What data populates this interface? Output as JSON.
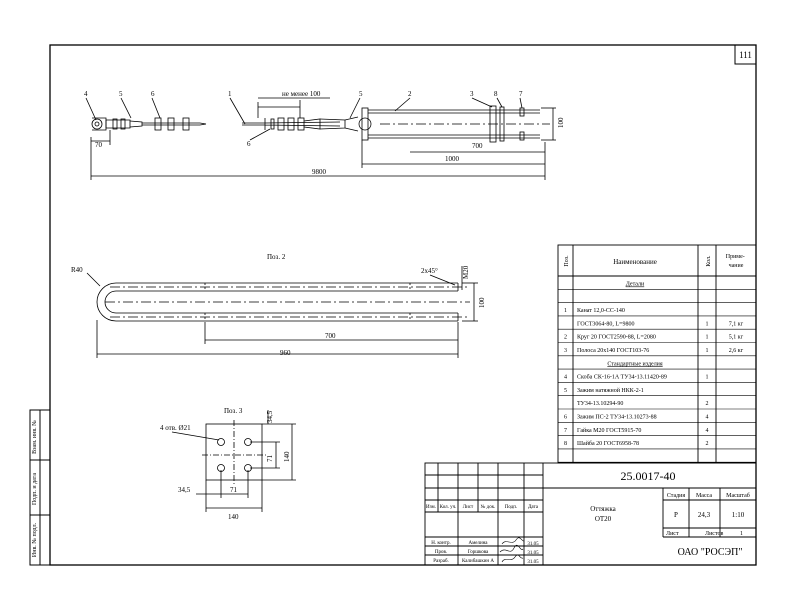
{
  "sheet_number": "111",
  "view1": {
    "callouts": [
      "4",
      "5",
      "6",
      "1",
      "5",
      "2",
      "3",
      "8",
      "7"
    ],
    "dims": {
      "d70": "70",
      "d9800": "9800",
      "d1000": "1000",
      "d700": "700",
      "d100": "100",
      "min100": "не менее 100"
    },
    "callout6b": "6"
  },
  "pos2": {
    "title": "Поз. 2",
    "radius": "R40",
    "chamfer": "2x45°",
    "thread": "M20",
    "dims": {
      "d700": "700",
      "d960": "960",
      "d100": "100"
    }
  },
  "pos3": {
    "title": "Поз. 3",
    "holes": "4 отв. Ø21",
    "dims": {
      "d34_5a": "34,5",
      "d71a": "71",
      "d140a": "140",
      "d34_5b": "34,5",
      "d71b": "71",
      "d140b": "140"
    }
  },
  "bom": {
    "headers": {
      "pos": "Поз.",
      "name": "Наименование",
      "qty": "Кол.",
      "note": "Приме- чание"
    },
    "rows": [
      {
        "pos": "",
        "name": "Детали",
        "qty": "",
        "note": "",
        "section": true
      },
      {
        "pos": "",
        "name": "",
        "qty": "",
        "note": ""
      },
      {
        "pos": "1",
        "name": "Канат 12,0-СС-140",
        "qty": "",
        "note": ""
      },
      {
        "pos": "",
        "name": "ГОСТ3064-80, L=9800",
        "qty": "1",
        "note": "7,1 кг"
      },
      {
        "pos": "2",
        "name": "Круг 20 ГОСТ2590-88, L=2080",
        "qty": "1",
        "note": "5,1 кг"
      },
      {
        "pos": "3",
        "name": "Полоса 20х140 ГОСТ103-76",
        "qty": "1",
        "note": "2,6 кг"
      },
      {
        "pos": "",
        "name": "Стандартные изделия",
        "qty": "",
        "note": "",
        "section": true
      },
      {
        "pos": "4",
        "name": "Скоба СК-16-1А ТУ34-13.11420-89",
        "qty": "1",
        "note": ""
      },
      {
        "pos": "5",
        "name": "Зажим натяжной НКК-2-1",
        "qty": "",
        "note": ""
      },
      {
        "pos": "",
        "name": "ТУ34-13.10294-90",
        "qty": "2",
        "note": ""
      },
      {
        "pos": "6",
        "name": "Зажим ПС-2 ТУ34-13.10273-88",
        "qty": "4",
        "note": ""
      },
      {
        "pos": "7",
        "name": "Гайка М20 ГОСТ5915-70",
        "qty": "4",
        "note": ""
      },
      {
        "pos": "8",
        "name": "Шайба 20 ГОСТ6958-78",
        "qty": "2",
        "note": ""
      },
      {
        "pos": "",
        "name": "",
        "qty": "",
        "note": ""
      }
    ]
  },
  "stamp": {
    "doc_code": "25.0017-40",
    "title1": "Оттяжка",
    "title2": "ОТ20",
    "col_izm": "Изм.",
    "col_koluch": "Кол. уч.",
    "col_list": "Лист",
    "col_ndok": "№ док.",
    "col_podp": "Подп.",
    "col_data": "Дата",
    "r1_role": "Н. контр.",
    "r1_name": "Амелина",
    "r2_role": "Пров.",
    "r2_name": "Горшкова",
    "r3_role": "Разраб.",
    "r3_name": "Калибашкин А",
    "date1": "31.05",
    "date2": "31.05",
    "date3": "31.05",
    "stage_h": "Стадия",
    "mass_h": "Масса",
    "scale_h": "Масштаб",
    "stage": "Р",
    "mass": "24,3",
    "scale": "1:10",
    "sheet_l": "Лист",
    "sheets_l": "Листов",
    "sheets": "1",
    "org": "ОАО \"РОСЭП\""
  },
  "side": {
    "inv_zam": "Взам. инв. №",
    "podp_data": "Подп. и дата",
    "inv_podl": "Инв. № подл."
  }
}
